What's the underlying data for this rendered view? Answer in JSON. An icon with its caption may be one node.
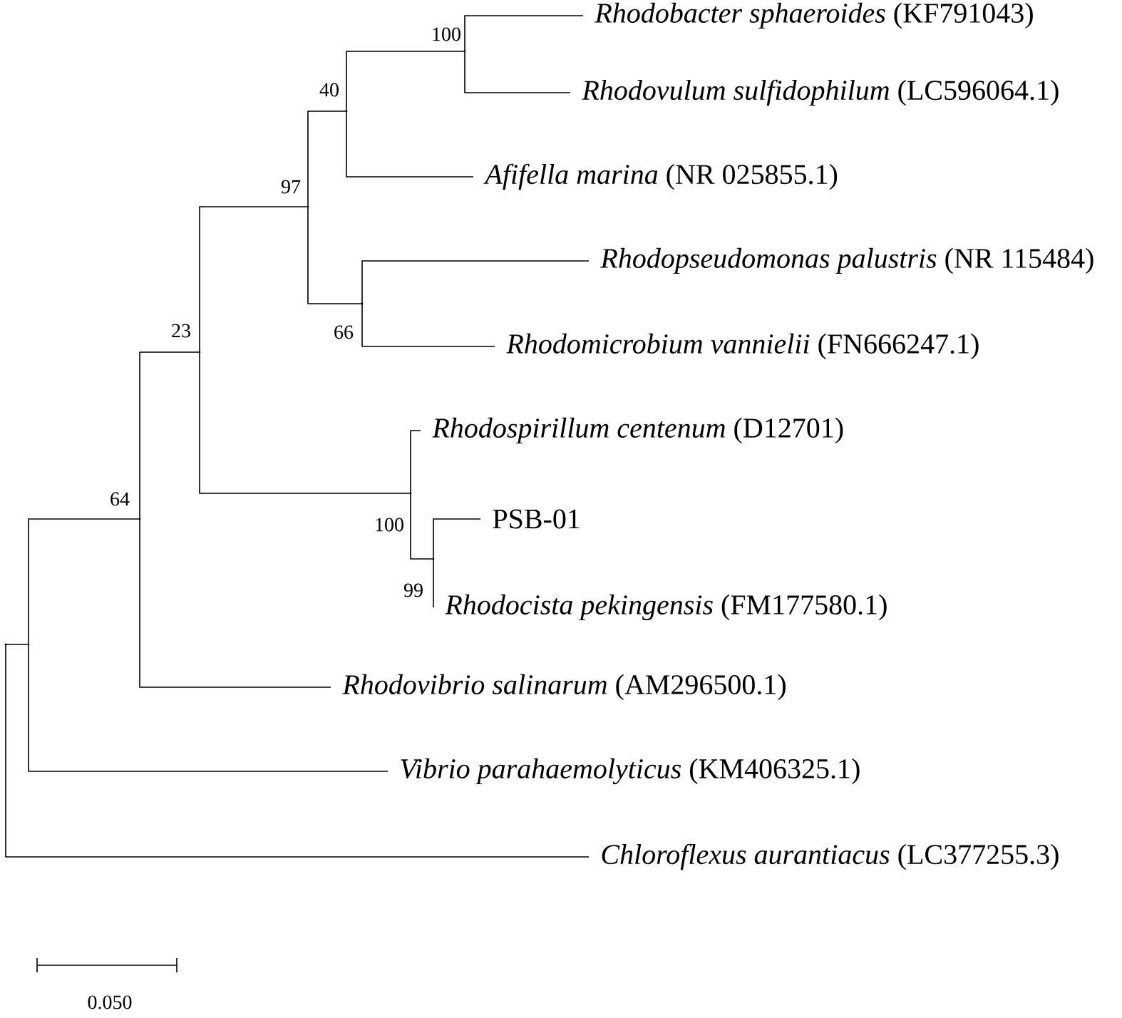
{
  "diagram": {
    "nodes": [
      {
        "text": [
          "*Rhodobacter sphaeroides* (KF791043)"
        ]
      },
      {
        "text": [
          "*Rhodovulum sulfidophilum* (LC596064.1)"
        ]
      },
      {
        "text": [
          "*Afifella marina* (NR 025855.1)"
        ]
      },
      {
        "text": [
          "*Rhodopseudomonas palustris* (NR 115484)"
        ]
      },
      {
        "text": [
          "*Rhodomicrobium vannielii* (FN666247.1)"
        ]
      },
      {
        "text": [
          "*Rhodospirillum centenum* (D12701)"
        ]
      },
      {
        "text": [
          "PSB-01"
        ]
      },
      {
        "text": [
          "*Rhodocista pekingensis* (FM177580.1)"
        ]
      },
      {
        "text": [
          "*Rhodovibrio salinarum* (AM296500.1)"
        ]
      },
      {
        "text": [
          "*Vibrio parahaemolyticus* (KM406325.1)"
        ]
      },
      {
        "text": [
          "*Chloroflexus aurantiacus* (LC377255.3)"
        ]
      },
      {
        "text": [],
        "shape": "point"
      },
      {
        "text": [],
        "shape": "point"
      },
      {
        "text": [],
        "shape": "point",
        "beside": [
          "64"
        ]
      },
      {
        "text": [],
        "shape": "point",
        "beside": [
          "23"
        ]
      },
      {
        "text": [],
        "shape": "point",
        "beside": [
          "97"
        ]
      },
      {
        "text": [],
        "shape": "point",
        "beside": [
          "40"
        ]
      },
      {
        "text": [],
        "shape": "point",
        "beside": [
          "66"
        ]
      },
      {
        "text": [],
        "shape": "point",
        "beside": [
          "100"
        ]
      },
      {
        "text": [],
        "shape": "point",
        "beside": [
          "99"
        ]
      },
      {
        "text": [],
        "shape": "point",
        "beside": [
          "100"
        ]
      }
    ],
    "edges": [
      {
        "from": 11,
        "to": 12,
        "arrow": "none"
      },
      {
        "from": 11,
        "to": 10,
        "arrow": "none"
      },
      {
        "from": 12,
        "to": 13,
        "arrow": "none"
      },
      {
        "from": 12,
        "to": 9,
        "arrow": "none"
      },
      {
        "from": 13,
        "to": 14,
        "arrow": "none"
      },
      {
        "from": 13,
        "to": 8,
        "arrow": "none"
      },
      {
        "from": 14,
        "to": 15,
        "arrow": "none"
      },
      {
        "from": 14,
        "to": 18,
        "arrow": "none"
      },
      {
        "from": 15,
        "to": 16,
        "arrow": "none"
      },
      {
        "from": 15,
        "to": 17,
        "arrow": "none"
      },
      {
        "from": 16,
        "to": 20,
        "arrow": "none"
      },
      {
        "from": 16,
        "to": 2,
        "arrow": "none"
      },
      {
        "from": 20,
        "to": 0,
        "arrow": "none"
      },
      {
        "from": 20,
        "to": 1,
        "arrow": "none"
      },
      {
        "from": 17,
        "to": 3,
        "arrow": "none"
      },
      {
        "from": 17,
        "to": 4,
        "arrow": "none"
      },
      {
        "from": 18,
        "to": 5,
        "arrow": "none"
      },
      {
        "from": 18,
        "to": 19,
        "arrow": "none"
      },
      {
        "from": 19,
        "to": 6,
        "arrow": "none"
      },
      {
        "from": 19,
        "to": 7,
        "arrow": "none"
      }
    ],
    "labels": [
      "0.050"
    ]
  }
}
